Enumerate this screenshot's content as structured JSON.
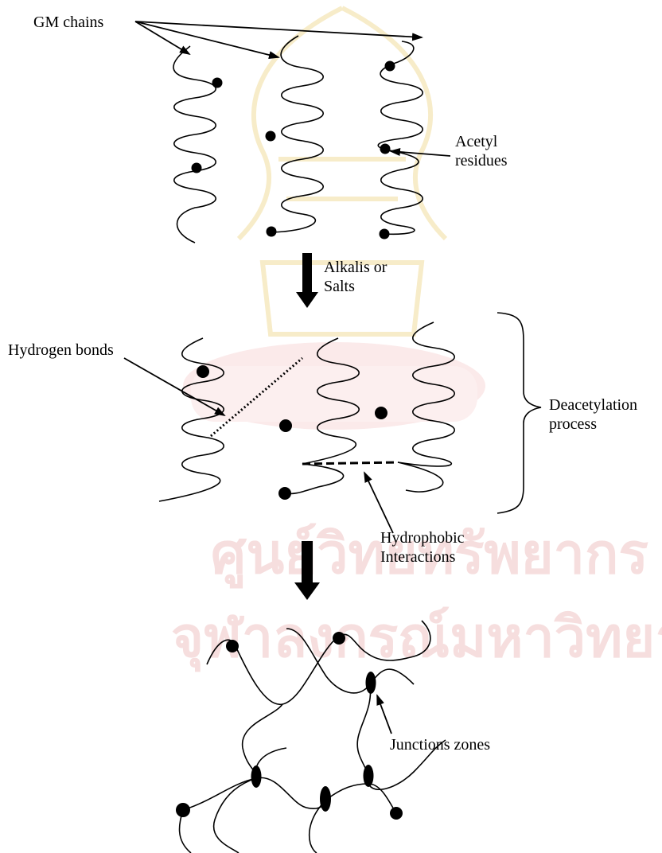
{
  "watermark": {
    "line1": "ศูนย์วิทยทรัพยากร",
    "line2": "จุฬาลงกรณ์มหาวิทยาลัย"
  },
  "labels": {
    "gm_chains": "GM chains",
    "acetyl_residues": [
      "Acetyl",
      "residues"
    ],
    "alkalis_or_salts": [
      "Alkalis or",
      "Salts"
    ],
    "hydrogen_bonds": "Hydrogen bonds",
    "deacetylation_process": [
      "Deacetylation",
      "process"
    ],
    "hydrophobic_interactions": [
      "Hydrophobic",
      "Interactions"
    ],
    "junctions_zones": "Junctions zones"
  }
}
